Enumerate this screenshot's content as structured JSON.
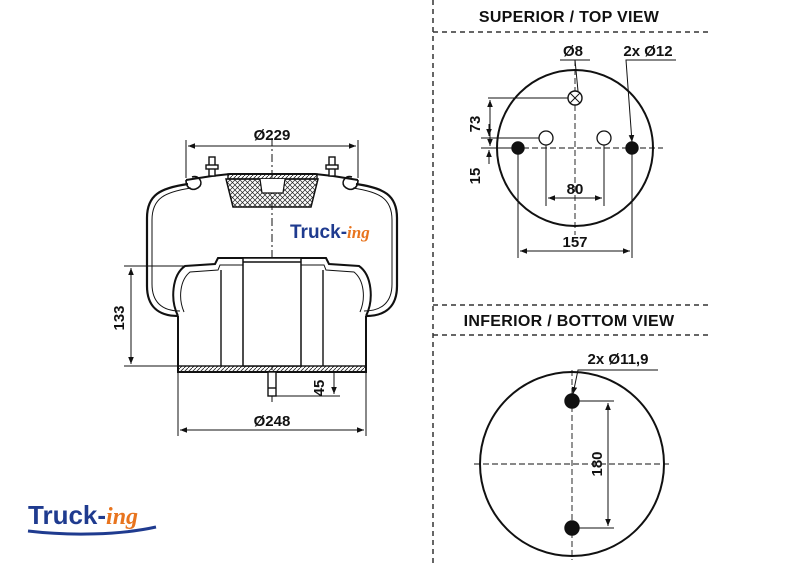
{
  "headings": {
    "top_view": "SUPERIOR / TOP VIEW",
    "bottom_view": "INFERIOR / BOTTOM VIEW"
  },
  "dimensions": {
    "top_plate_diameter": "Ø229",
    "base_diameter": "Ø248",
    "height": "133",
    "stud_length": "45",
    "center_hole": "Ø8",
    "top_holes": "2x Ø12",
    "offset_73": "73",
    "offset_15": "15",
    "stud_spacing": "80",
    "hole_spacing": "157",
    "bottom_holes": "2x Ø11,9",
    "bottom_hole_spacing": "180"
  },
  "logo": {
    "main": "Truck-",
    "suffix": "ing"
  },
  "colors": {
    "logo_blue": "#1f3b8f",
    "logo_orange": "#e8741e",
    "line": "#111111"
  }
}
